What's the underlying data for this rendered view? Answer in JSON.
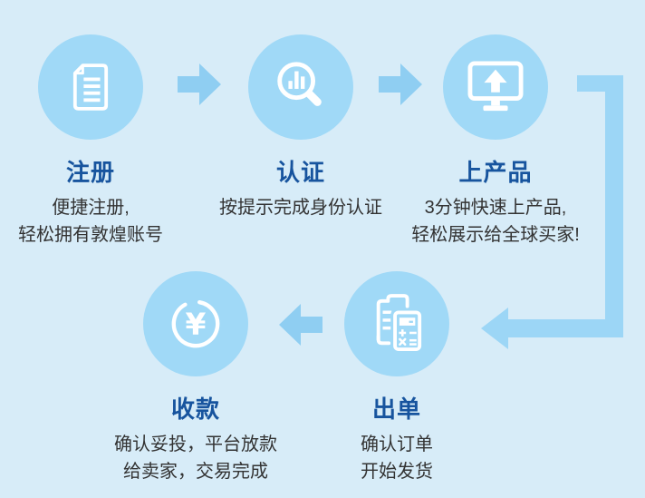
{
  "colors": {
    "background": "#d7ecf8",
    "circle": "#a0d9f7",
    "arrow": "#8fcef2",
    "connector": "#9cd6f6",
    "title": "#17549e",
    "body": "#333333",
    "icon": "#ffffff"
  },
  "flow": {
    "direction_top_row": "left-to-right",
    "direction_bottom_row": "right-to-left"
  },
  "steps": [
    {
      "id": "register",
      "title": "注册",
      "icon": "document-icon",
      "desc_lines": [
        "便捷注册,",
        "轻松拥有敦煌账号"
      ]
    },
    {
      "id": "verify",
      "title": "认证",
      "icon": "magnifier-chart-icon",
      "desc_lines": [
        "按提示完成身份认证"
      ]
    },
    {
      "id": "upload-product",
      "title": "上产品",
      "icon": "monitor-upload-icon",
      "desc_lines": [
        "3分钟快速上产品,",
        "轻松展示给全球买家!"
      ]
    },
    {
      "id": "get-order",
      "title": "出单",
      "icon": "order-calculator-icon",
      "desc_lines": [
        "确认订单",
        "开始发货"
      ]
    },
    {
      "id": "receive-payment",
      "title": "收款",
      "icon": "yuan-coin-icon",
      "icon_glyph": "¥",
      "desc_lines": [
        "确认妥投，平台放款",
        "给卖家，交易完成"
      ]
    }
  ]
}
